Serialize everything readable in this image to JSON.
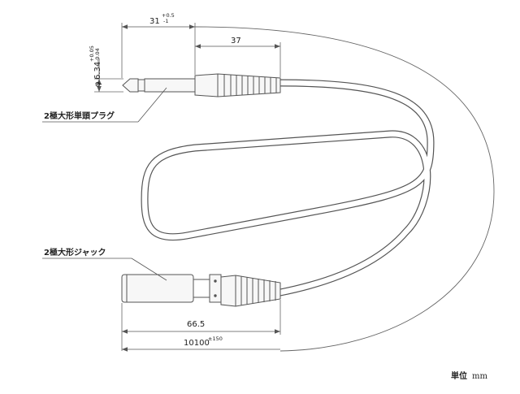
{
  "labels": {
    "plug": "2極大形単頭プラグ",
    "jack": "2極大形ジャック",
    "unit_label": "単位",
    "unit_value": "mm"
  },
  "dimensions": {
    "plug_length": {
      "value": "31",
      "tol_upper": "+0.5",
      "tol_lower": "-1"
    },
    "plug_body": {
      "value": "37"
    },
    "plug_diameter": {
      "prefix": "φ",
      "value": "6.34",
      "tol_upper": "+0.05",
      "tol_lower": "-0.04"
    },
    "jack_length": {
      "value": "66.5"
    },
    "total_length": {
      "value": "10100",
      "tolerance": "±150"
    }
  },
  "colors": {
    "line": "#555555",
    "body_fill": "#f7f7f7",
    "text": "#222222"
  }
}
